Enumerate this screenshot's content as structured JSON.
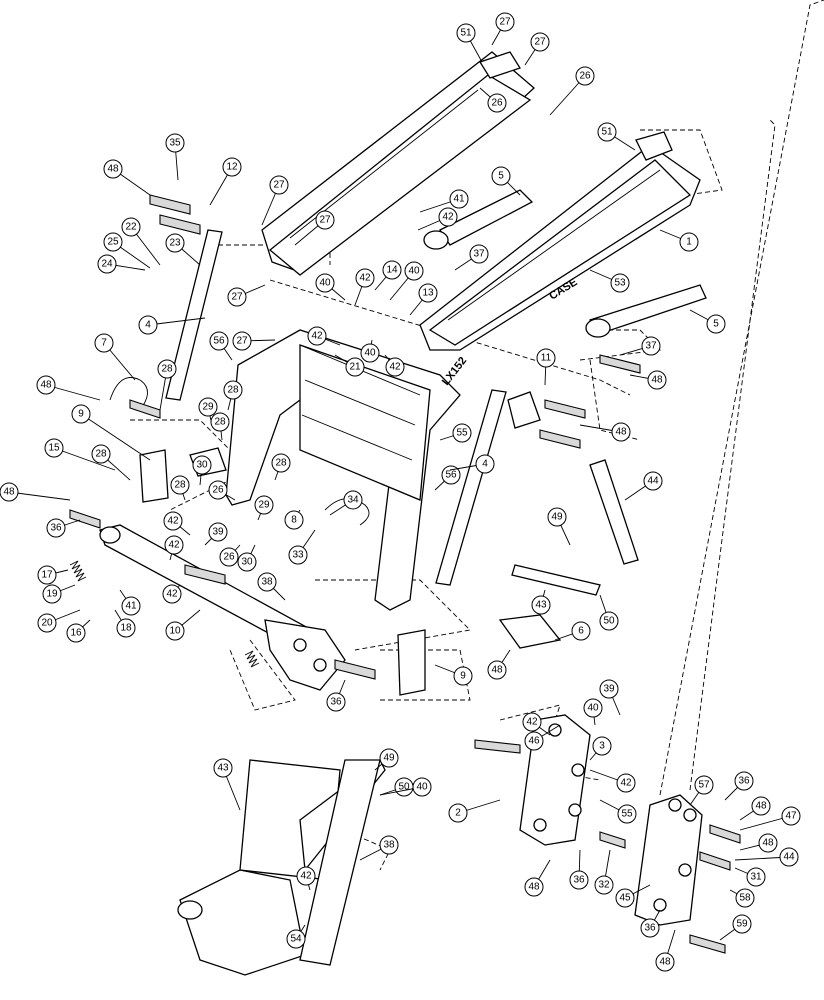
{
  "decals": {
    "brand": "CASE",
    "model": "LX152"
  },
  "callouts": [
    {
      "n": "51"
    },
    {
      "n": "27"
    },
    {
      "n": "27"
    },
    {
      "n": "26"
    },
    {
      "n": "26"
    },
    {
      "n": "51"
    },
    {
      "n": "5"
    },
    {
      "n": "35"
    },
    {
      "n": "48"
    },
    {
      "n": "12"
    },
    {
      "n": "27"
    },
    {
      "n": "27"
    },
    {
      "n": "41"
    },
    {
      "n": "42"
    },
    {
      "n": "22"
    },
    {
      "n": "25"
    },
    {
      "n": "23"
    },
    {
      "n": "24"
    },
    {
      "n": "37"
    },
    {
      "n": "1"
    },
    {
      "n": "40"
    },
    {
      "n": "14"
    },
    {
      "n": "40"
    },
    {
      "n": "42"
    },
    {
      "n": "27"
    },
    {
      "n": "13"
    },
    {
      "n": "53"
    },
    {
      "n": "4"
    },
    {
      "n": "42"
    },
    {
      "n": "27"
    },
    {
      "n": "5"
    },
    {
      "n": "56"
    },
    {
      "n": "40"
    },
    {
      "n": "42"
    },
    {
      "n": "7"
    },
    {
      "n": "21"
    },
    {
      "n": "37"
    },
    {
      "n": "11"
    },
    {
      "n": "48"
    },
    {
      "n": "28"
    },
    {
      "n": "28"
    },
    {
      "n": "48"
    },
    {
      "n": "48"
    },
    {
      "n": "29"
    },
    {
      "n": "9"
    },
    {
      "n": "28"
    },
    {
      "n": "55"
    },
    {
      "n": "15"
    },
    {
      "n": "28"
    },
    {
      "n": "30"
    },
    {
      "n": "28"
    },
    {
      "n": "56"
    },
    {
      "n": "4"
    },
    {
      "n": "28"
    },
    {
      "n": "44"
    },
    {
      "n": "26"
    },
    {
      "n": "48"
    },
    {
      "n": "34"
    },
    {
      "n": "42"
    },
    {
      "n": "29"
    },
    {
      "n": "8"
    },
    {
      "n": "36"
    },
    {
      "n": "39"
    },
    {
      "n": "49"
    },
    {
      "n": "26"
    },
    {
      "n": "30"
    },
    {
      "n": "33"
    },
    {
      "n": "42"
    },
    {
      "n": "17"
    },
    {
      "n": "19"
    },
    {
      "n": "41"
    },
    {
      "n": "20"
    },
    {
      "n": "16"
    },
    {
      "n": "18"
    },
    {
      "n": "42"
    },
    {
      "n": "10"
    },
    {
      "n": "43"
    },
    {
      "n": "50"
    },
    {
      "n": "38"
    },
    {
      "n": "6"
    },
    {
      "n": "48"
    },
    {
      "n": "9"
    },
    {
      "n": "36"
    },
    {
      "n": "39"
    },
    {
      "n": "40"
    },
    {
      "n": "42"
    },
    {
      "n": "3"
    },
    {
      "n": "42"
    },
    {
      "n": "46"
    },
    {
      "n": "43"
    },
    {
      "n": "49"
    },
    {
      "n": "50"
    },
    {
      "n": "40"
    },
    {
      "n": "55"
    },
    {
      "n": "2"
    },
    {
      "n": "57"
    },
    {
      "n": "36"
    },
    {
      "n": "48"
    },
    {
      "n": "47"
    },
    {
      "n": "38"
    },
    {
      "n": "48"
    },
    {
      "n": "44"
    },
    {
      "n": "42"
    },
    {
      "n": "48"
    },
    {
      "n": "36"
    },
    {
      "n": "32"
    },
    {
      "n": "31"
    },
    {
      "n": "58"
    },
    {
      "n": "45"
    },
    {
      "n": "54"
    },
    {
      "n": "36"
    },
    {
      "n": "59"
    },
    {
      "n": "48"
    }
  ]
}
